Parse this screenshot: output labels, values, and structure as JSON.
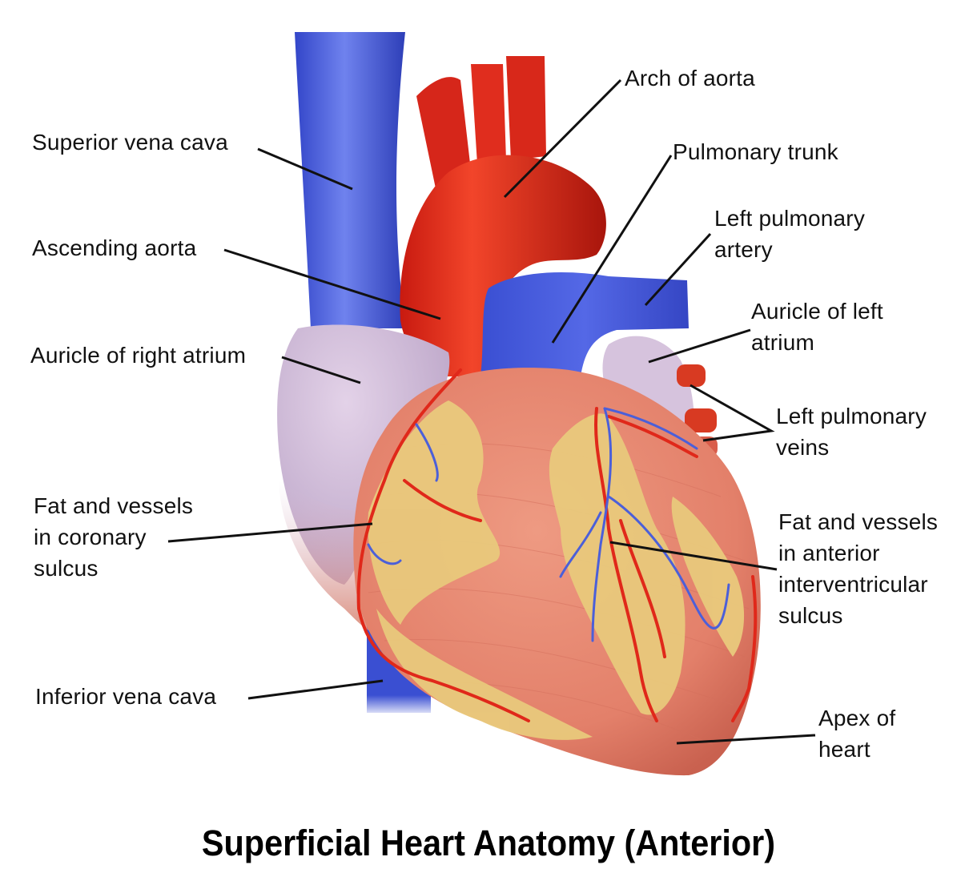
{
  "title": "Superficial Heart Anatomy (Anterior)",
  "labels": {
    "superior_vena_cava": "Superior vena cava",
    "ascending_aorta": "Ascending aorta",
    "auricle_right_atrium": "Auricle of right atrium",
    "fat_coronary_sulcus": "Fat and vessels\nin coronary\nsulcus",
    "inferior_vena_cava": "Inferior vena cava",
    "arch_of_aorta": "Arch of aorta",
    "pulmonary_trunk": "Pulmonary trunk",
    "left_pulmonary_artery": "Left pulmonary\nartery",
    "auricle_left_atrium": "Auricle of left\natrium",
    "left_pulmonary_veins": "Left pulmonary\nveins",
    "fat_anterior_interventricular_sulcus": "Fat and vessels\nin anterior\ninterventricular\nsulcus",
    "apex_of_heart": "Apex of\nheart"
  },
  "colors": {
    "vein_blue": "#4a5fd8",
    "artery_red": "#e0281a",
    "atrium_lavender": "#d9c4de",
    "muscle_salmon": "#e58a73",
    "fat_yellow": "#e8c77a",
    "leader_line": "#111111"
  }
}
